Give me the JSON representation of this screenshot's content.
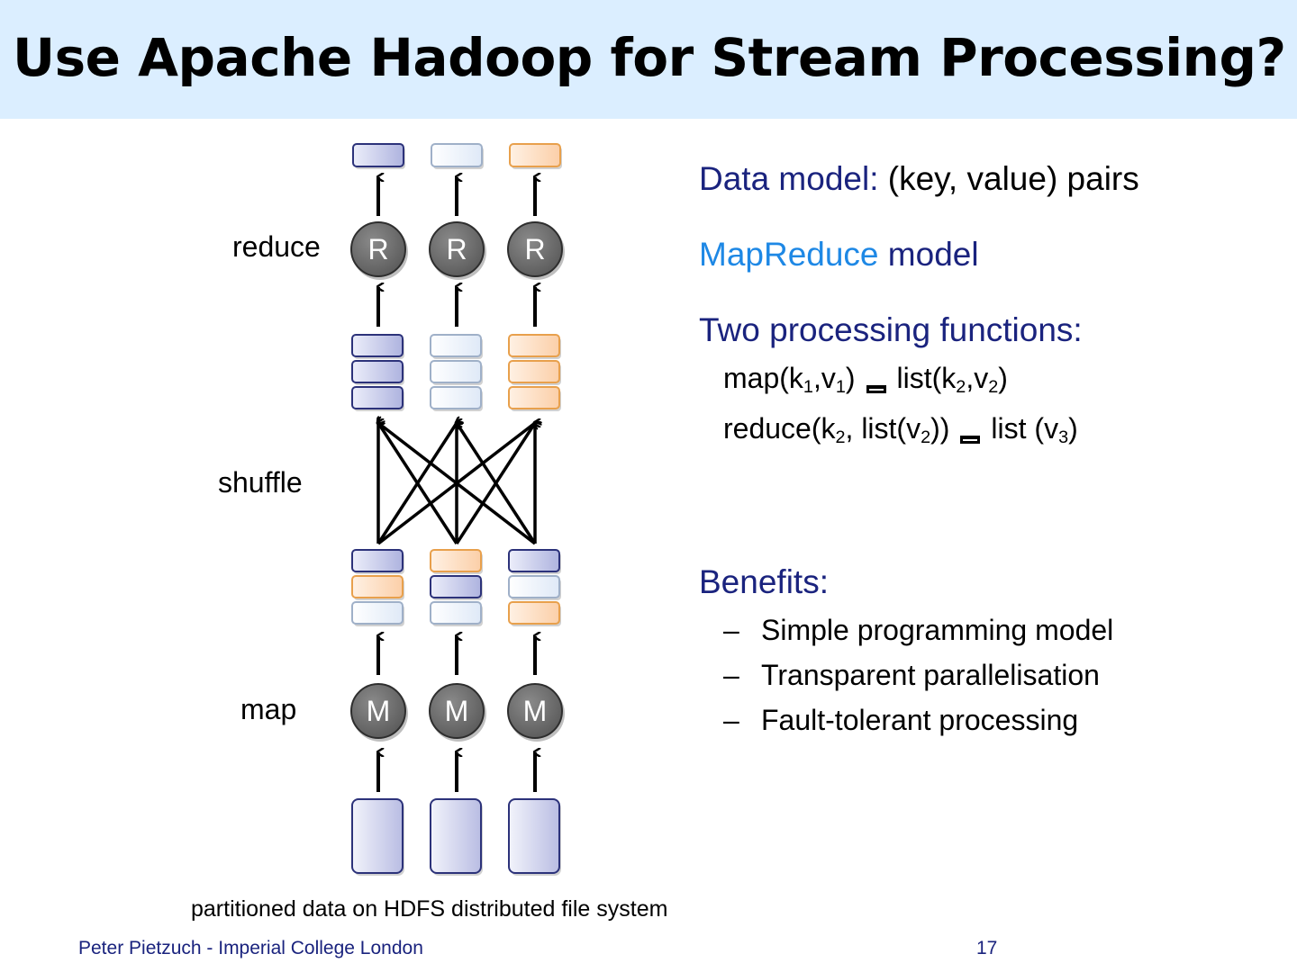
{
  "slide": {
    "title": "Use Apache Hadoop for Stream Processing?",
    "footer_left": "Peter Pietzuch - Imperial College London",
    "footer_right": "17"
  },
  "diagram": {
    "stage_labels": {
      "reduce": "reduce",
      "shuffle": "shuffle",
      "map": "map"
    },
    "reducer_label": "R",
    "mapper_label": "M",
    "caption": "partitioned data on HDFS distributed file system",
    "colors": {
      "blue": "#c8cbe9",
      "white": "#eef4fc",
      "orange": "#fddcc0",
      "node": "#6e6e6e",
      "accent": "#1e88e5",
      "heading": "#1a237e"
    },
    "map_outputs": [
      [
        "blue",
        "orange",
        "white"
      ],
      [
        "orange",
        "blue",
        "white"
      ],
      [
        "blue",
        "white",
        "orange"
      ]
    ],
    "reduce_inputs": [
      [
        "blue",
        "blue",
        "blue"
      ],
      [
        "white",
        "white",
        "white"
      ],
      [
        "orange",
        "orange",
        "orange"
      ]
    ],
    "reduce_outputs": [
      "blue",
      "white",
      "orange"
    ]
  },
  "content": {
    "data_model": {
      "label": "Data model:",
      "value": "(key, value) pairs"
    },
    "mapreduce": {
      "accent": "MapReduce",
      "rest": "model"
    },
    "functions_heading": "Two processing functions:",
    "map_fn": {
      "name": "map(k",
      "s1": "1",
      "m1": ",v",
      "s2": "1",
      "end": ")",
      "out": "list(k",
      "s3": "2",
      "m2": ",v",
      "s4": "2",
      "out_end": ")"
    },
    "reduce_fn": {
      "name": "reduce(k",
      "s1": "2",
      "m1": ", list(v",
      "s2": "2",
      "end": "))",
      "out": "list (v",
      "s3": "3",
      "out_end": ")"
    },
    "benefits_heading": "Benefits:",
    "benefit_dash": "–",
    "benefits": [
      "Simple programming model",
      "Transparent parallelisation",
      "Fault-tolerant processing"
    ]
  }
}
